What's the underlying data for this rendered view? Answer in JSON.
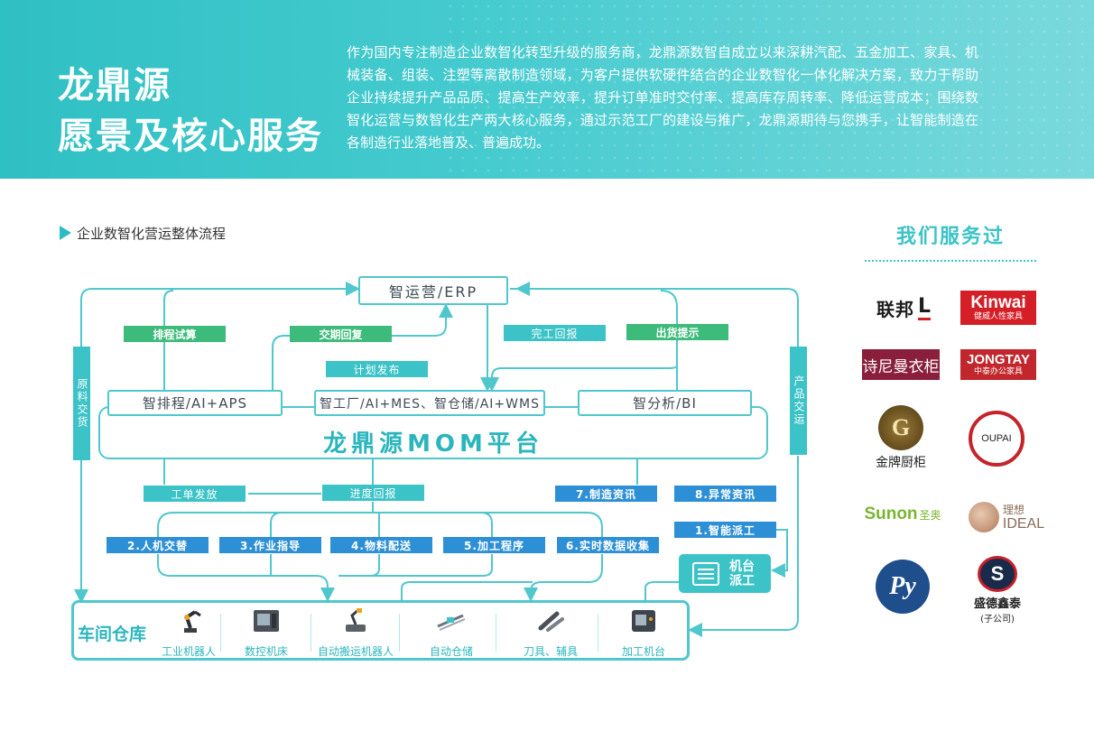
{
  "header": {
    "title_line1": "龙鼎源",
    "title_line2": "愿景及核心服务",
    "intro": "作为国内专注制造企业数智化转型升级的服务商，龙鼎源数智自成立以来深耕汽配、五金加工、家具、机械装备、组装、注塑等离散制造领域，为客户提供软硬件结合的企业数智化一体化解决方案，致力于帮助企业持续提升产品品质、提高生产效率，提升订单准时交付率、提高库存周转率、降低运营成本；围绕数智化运营与数智化生产两大核心服务，通过示范工厂的建设与推广，龙鼎源期待与您携手，让智能制造在各制造行业落地普及、普遍成功。"
  },
  "section_title": "企业数智化营运整体流程",
  "diagram": {
    "erp": "智运营/ERP",
    "modules": [
      "智排程/AI+APS",
      "智工厂/AI+MES、智仓储/AI+WMS",
      "智分析/BI"
    ],
    "platform": "龙鼎源MOM平台",
    "upper_tags": {
      "schedule_calc": "排程试算",
      "delivery_reply": "交期回复",
      "plan_release": "计划发布",
      "complete_report": "完工回报",
      "shipping_notice": "出货提示"
    },
    "lower_tags": {
      "work_order": "工单发放",
      "progress_report": "进度回报",
      "manufacturing_info": "7.制造资讯",
      "abnormal_info": "8.异常资讯",
      "dispatch": "1.智能派工"
    },
    "steps": [
      "2.人机交替",
      "3.作业指导",
      "4.物料配送",
      "5.加工程序",
      "6.实时数据收集"
    ],
    "side_left": "原料交货",
    "side_right": "产品交运",
    "machine_dispatch": "机台派工",
    "workshop": {
      "label": "车间仓库",
      "items": [
        "工业机器人",
        "数控机床",
        "自动搬运机器人",
        "自动仓储",
        "刀具、辅具",
        "加工机台"
      ]
    }
  },
  "clients": {
    "title": "我们服务过",
    "logos": {
      "lianbang": "联邦",
      "lianbang_mark": "L",
      "kinwai": "Kinwai",
      "kinwai_sub": "健威人性家具",
      "shiniman": "诗尼曼衣柜",
      "jongtay": "JONGTAY",
      "jongtay_sub": "中泰办公家具",
      "jinpai": "金牌厨柜",
      "oupai": "OUPAI",
      "sunon": "Sunon",
      "sunon_cn": "圣奥",
      "ideal": "IDEAL",
      "ideal_cn": "理想",
      "shengde": "盛德鑫泰",
      "shengde_sub": "(子公司)"
    }
  },
  "colors": {
    "teal": "#3cc3c7",
    "green": "#3dbb7a",
    "blue": "#2d8fd5",
    "line": "#4fc7cc"
  }
}
